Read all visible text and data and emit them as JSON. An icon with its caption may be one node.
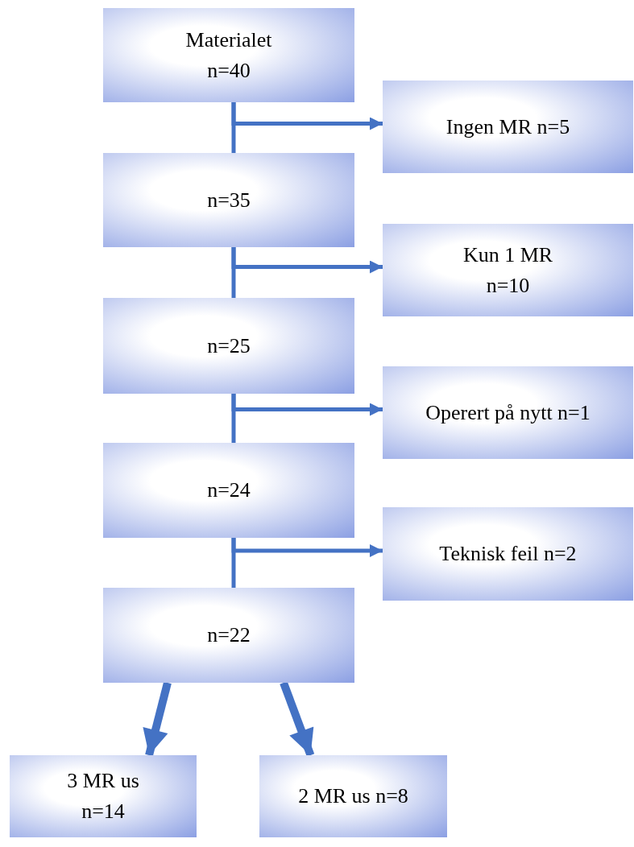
{
  "diagram": {
    "nodes": [
      {
        "text": [
          "Materialet n=40"
        ]
      },
      {
        "text": [
          "Ingen MR n=5"
        ]
      },
      {
        "text": [
          "n=35"
        ]
      },
      {
        "text": [
          "Kun 1 MR n=10"
        ]
      },
      {
        "text": [
          "n=25"
        ]
      },
      {
        "text": [
          "Operert på nytt n=1"
        ]
      },
      {
        "text": [
          "n=24"
        ]
      },
      {
        "text": [
          "Teknisk feil n=2"
        ]
      },
      {
        "text": [
          "n=22"
        ]
      },
      {
        "text": [
          "3 MR us n=14"
        ]
      },
      {
        "text": [
          "2 MR us n=8"
        ]
      }
    ],
    "edges": [
      {
        "from": 0,
        "to": 2,
        "arrow": "none"
      },
      {
        "from": 0,
        "to": 1,
        "arrow": "to"
      },
      {
        "from": 2,
        "to": 4,
        "arrow": "none"
      },
      {
        "from": 2,
        "to": 3,
        "arrow": "to"
      },
      {
        "from": 4,
        "to": 6,
        "arrow": "none"
      },
      {
        "from": 4,
        "to": 5,
        "arrow": "to"
      },
      {
        "from": 6,
        "to": 8,
        "arrow": "none"
      },
      {
        "from": 6,
        "to": 7,
        "arrow": "to"
      },
      {
        "from": 8,
        "to": 9,
        "arrow": "to",
        "style": "thick"
      },
      {
        "from": 8,
        "to": 10,
        "arrow": "to",
        "style": "thick"
      }
    ]
  }
}
